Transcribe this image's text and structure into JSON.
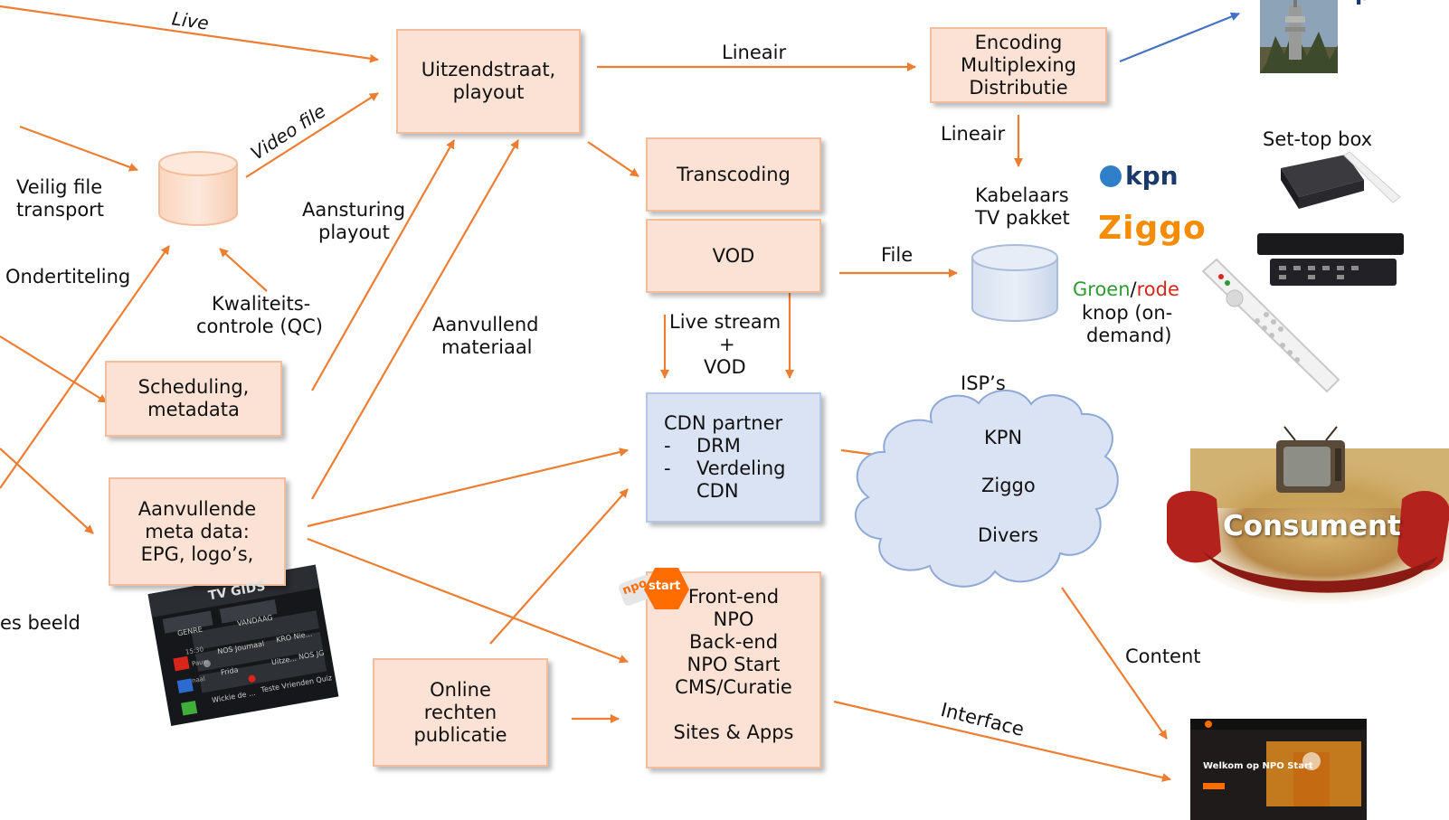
{
  "colors": {
    "arrow": "#ed7d31",
    "arrow_blue": "#4472c4",
    "box_fill": "#fbe2d4",
    "box_border": "#f2bd9c",
    "blue_fill": "#dae3f3",
    "blue_border": "#b4c7e7"
  },
  "boxes": {
    "uitzendstraat": {
      "line1": "Uitzendstraat,",
      "line2": "playout"
    },
    "encoding": {
      "line1": "Encoding",
      "line2": "Multiplexing",
      "line3": "Distributie"
    },
    "transcoding": "Transcoding",
    "vod": "VOD",
    "scheduling": {
      "line1": "Scheduling,",
      "line2": "metadata"
    },
    "aanvullende_meta": {
      "line1": "Aanvullende",
      "line2": "meta data:",
      "line3": "EPG, logo’s,"
    },
    "cdn": {
      "title": "CDN partner",
      "item1_dash": "-",
      "item1": "DRM",
      "item2_dash": "-",
      "item2": "Verdeling",
      "item2b": "CDN"
    },
    "frontend": {
      "line1": "Front-end",
      "line2": "NPO",
      "line3": "Back-end",
      "line4": "NPO Start",
      "line5": "CMS/Curatie",
      "line6": "Sites & Apps"
    },
    "online_rechten": {
      "line1": "Online",
      "line2": "rechten",
      "line3": "publicatie"
    }
  },
  "labels": {
    "live": "Live",
    "video_file": "Video file",
    "veilig1": "Veilig file",
    "veilig2": "transport",
    "ondertiteling": "Ondertiteling",
    "kwaliteit1": "Kwaliteits-",
    "kwaliteit2": "controle (QC)",
    "aansturing1": "Aansturing",
    "aansturing2": "playout",
    "aanvullend1": "Aanvullend",
    "aanvullend2": "materiaal",
    "lineair_top": "Lineair",
    "lineair_mid": "Lineair",
    "kabelaars1": "Kabelaars",
    "kabelaars2": "TV pakket",
    "file": "File",
    "live_stream1": "Live stream",
    "live_stream2": "+",
    "live_stream3": "VOD",
    "isps": "ISP’s",
    "cloud1": "KPN",
    "cloud2": "Ziggo",
    "cloud3": "Divers",
    "groen": "Groen",
    "slash": "/",
    "rode": "rode",
    "knop1": "knop (on-",
    "knop2": "demand)",
    "settop": "Set-top box",
    "content": "Content",
    "interface": "Interface",
    "es_beeld": "es beeld",
    "consument": "Consument"
  },
  "logos": {
    "kpn": "kpn",
    "ziggo": "Ziggo",
    "npo": "npo",
    "start": "start",
    "kpn_top": "kpn"
  },
  "tvgids": {
    "title": "TV GIDS",
    "btn1": "GENRE",
    "btn2": "VANDAAG",
    "row1": "NOS Journaal",
    "row2": "KRO Nie...",
    "row3": "Frida",
    "row4": "Uitze...",
    "row5": "NOS JG",
    "row6": "Wickie de ...",
    "row7": "Teste Vrienden Quiz",
    "t1": "15:30",
    "t2": "Pauw",
    "t3": "naal"
  },
  "npo_screen": {
    "headline": "Welkom op NPO Start"
  },
  "icons": [
    "cylinder-db-icon",
    "cloud-icon",
    "tv-tower-photo",
    "set-top-box-photo",
    "remote-control-photo",
    "living-room-photo",
    "npo-start-screenshot",
    "tv-gids-screenshot"
  ]
}
